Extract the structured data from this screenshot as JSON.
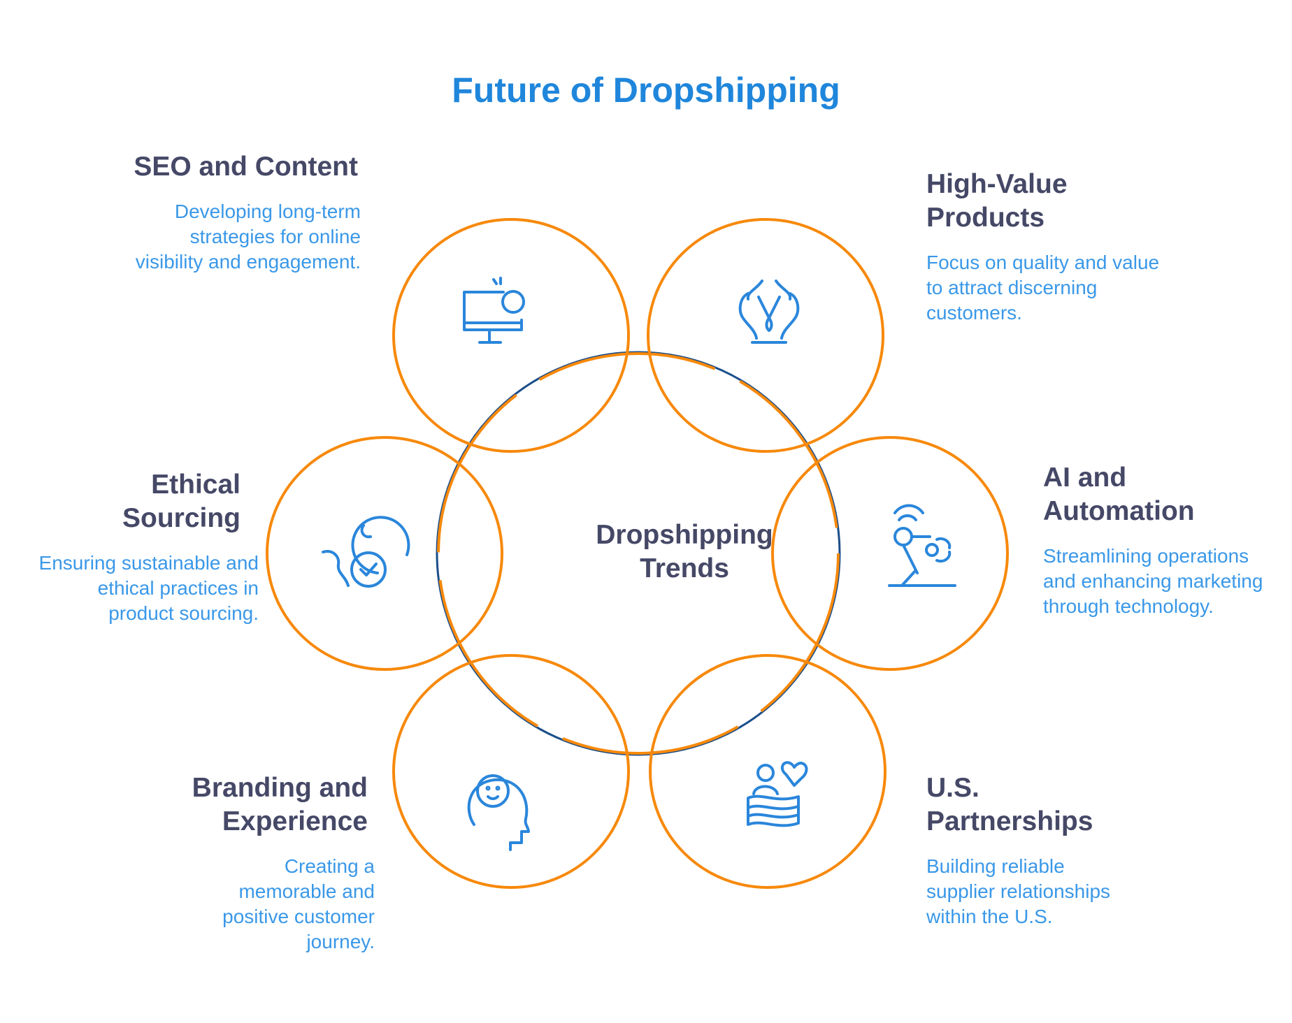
{
  "title": "Future of Dropshipping",
  "center": {
    "label": "Dropshipping Trends"
  },
  "colors": {
    "title": "#1F86DB",
    "heading": "#454866",
    "description": "#3A98E8",
    "ring": "#F7890B",
    "center_ring": "#1A4E8A",
    "icon": "#2A86DB"
  },
  "items": [
    {
      "heading": "SEO and Content",
      "description": "Developing long-term strategies for online visibility and engagement.",
      "icon": "monitor-search-icon"
    },
    {
      "heading": "High-Value Products",
      "description": "Focus on quality and value to attract discerning customers.",
      "icon": "necklace-bust-icon"
    },
    {
      "heading": "Ethical Sourcing",
      "description": "Ensuring sustainable and ethical practices in product sourcing.",
      "icon": "globe-check-icon"
    },
    {
      "heading": "AI and Automation",
      "description": "Streamlining operations and enhancing marketing through technology.",
      "icon": "robot-arm-icon"
    },
    {
      "heading": "Branding and Experience",
      "description": "Creating a memorable and positive customer journey.",
      "icon": "head-smile-icon"
    },
    {
      "heading": "U.S. Partnerships",
      "description": "Building reliable supplier relationships within the U.S.",
      "icon": "person-heart-flag-icon"
    }
  ]
}
